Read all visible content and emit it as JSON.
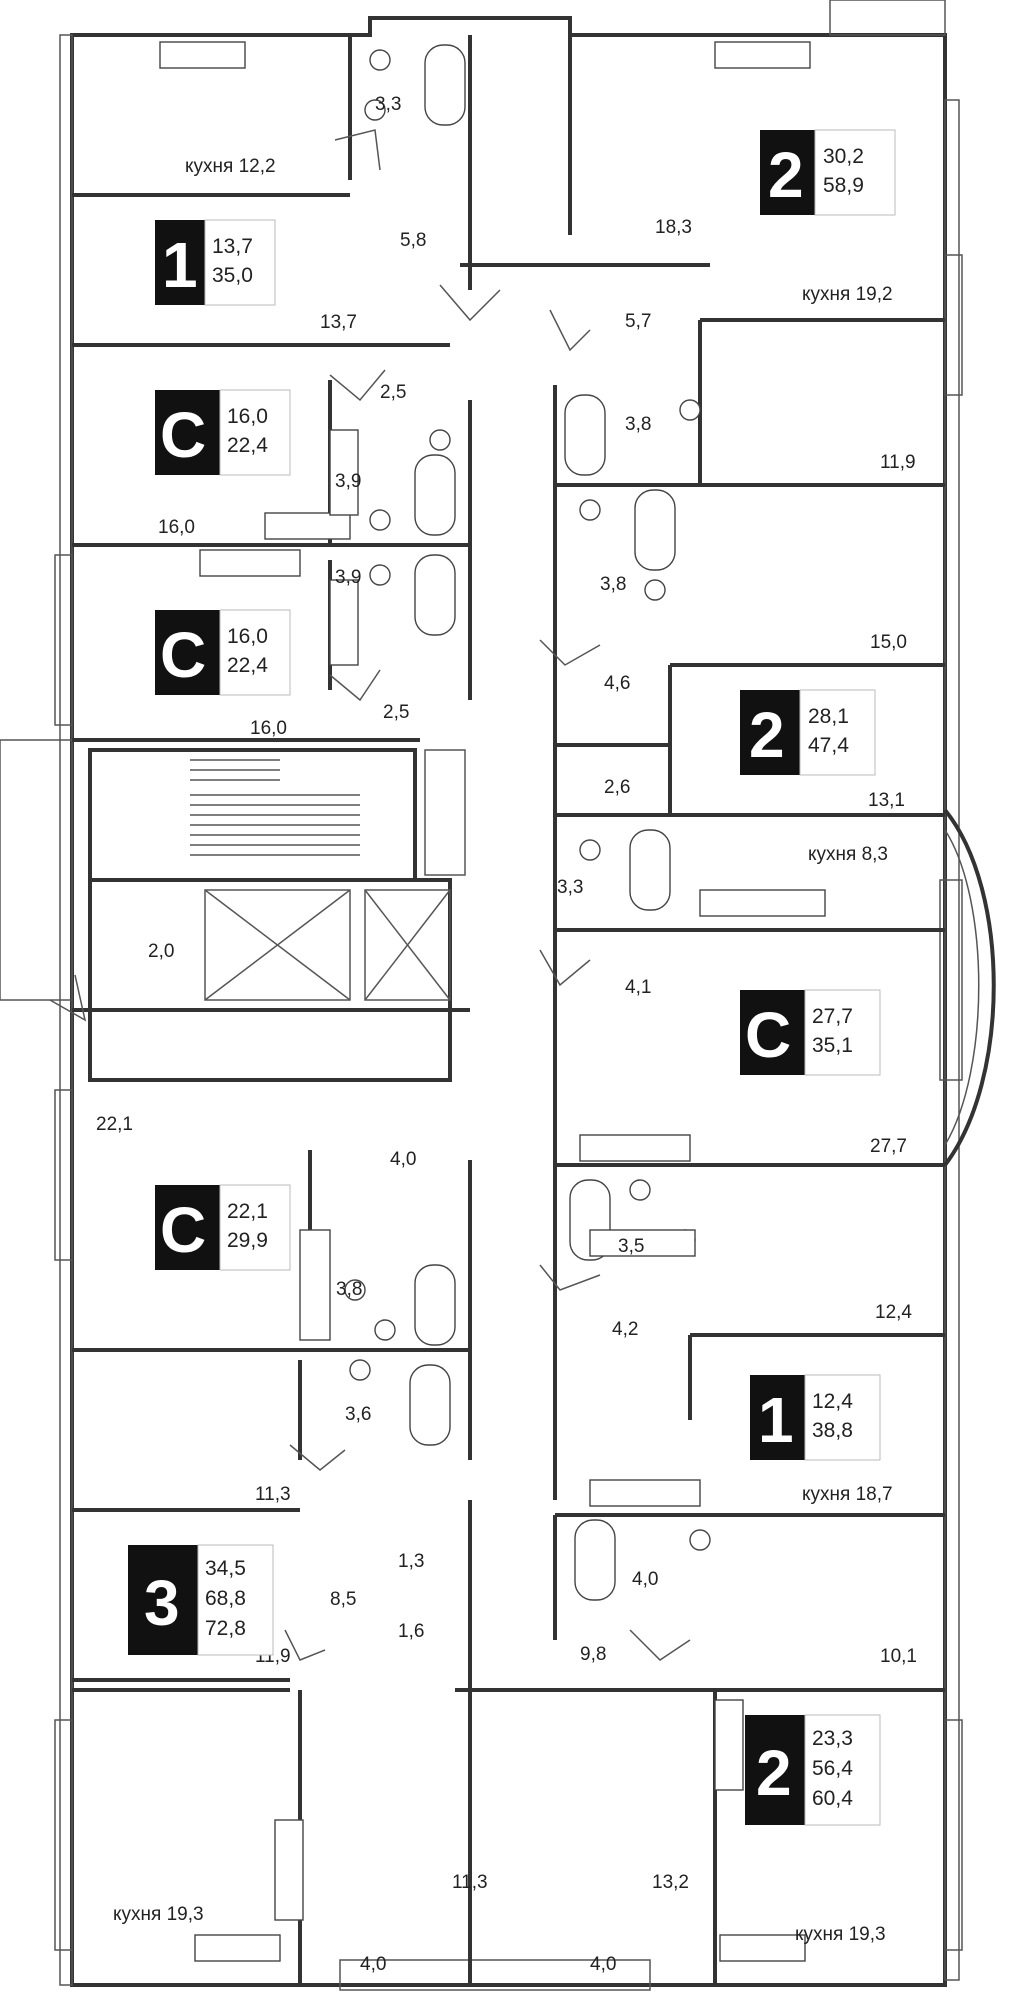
{
  "units": [
    {
      "id": "u1",
      "badge": "1",
      "areas": [
        "13,7",
        "35,0"
      ]
    },
    {
      "id": "u2",
      "badge": "2",
      "areas": [
        "30,2",
        "58,9"
      ]
    },
    {
      "id": "u3",
      "badge": "C",
      "areas": [
        "16,0",
        "22,4"
      ]
    },
    {
      "id": "u4",
      "badge": "C",
      "areas": [
        "16,0",
        "22,4"
      ]
    },
    {
      "id": "u5",
      "badge": "2",
      "areas": [
        "28,1",
        "47,4"
      ]
    },
    {
      "id": "u6",
      "badge": "C",
      "areas": [
        "27,7",
        "35,1"
      ]
    },
    {
      "id": "u7",
      "badge": "C",
      "areas": [
        "22,1",
        "29,9"
      ]
    },
    {
      "id": "u8",
      "badge": "1",
      "areas": [
        "12,4",
        "38,8"
      ]
    },
    {
      "id": "u9",
      "badge": "3",
      "areas": [
        "34,5",
        "68,8",
        "72,8"
      ]
    },
    {
      "id": "u10",
      "badge": "2",
      "areas": [
        "23,3",
        "56,4",
        "60,4"
      ]
    }
  ],
  "rooms": [
    "3,3",
    "кухня 12,2",
    "5,8",
    "13,7",
    "18,3",
    "кухня 19,2",
    "5,7",
    "2,5",
    "3,8",
    "3,9",
    "11,9",
    "16,0",
    "3,8",
    "3,9",
    "15,0",
    "4,6",
    "2,5",
    "16,0",
    "2,6",
    "13,1",
    "кухня 8,3",
    "3,3",
    "2,0",
    "4,1",
    "27,7",
    "22,1",
    "4,0",
    "3,8",
    "3,5",
    "12,4",
    "4,2",
    "3,6",
    "кухня 18,7",
    "11,3",
    "1,3",
    "4,0",
    "8,5",
    "1,6",
    "9,8",
    "11,9",
    "10,1",
    "11,3",
    "13,2",
    "кухня 19,3",
    "кухня 19,3",
    "4,0",
    "4,0"
  ]
}
